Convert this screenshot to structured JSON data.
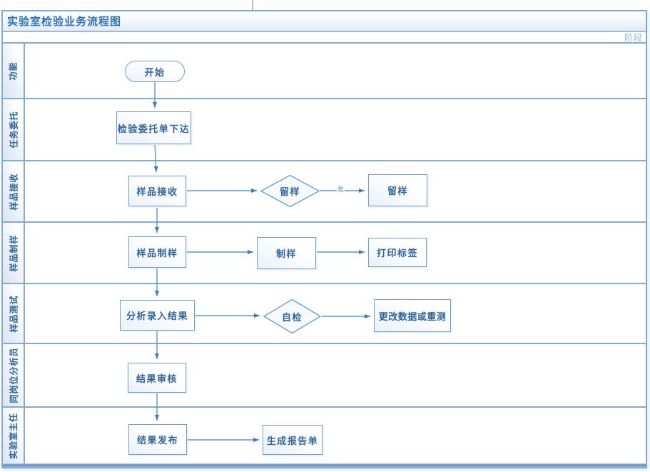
{
  "title": "实验室检验业务流程图",
  "phase_header": "阶段",
  "swimlanes": [
    {
      "label": "功能"
    },
    {
      "label": "任务委托"
    },
    {
      "label": "样品接收"
    },
    {
      "label": "样品制样"
    },
    {
      "label": "样品测试"
    },
    {
      "label": "同岗位分析员"
    },
    {
      "label": "实验室主任"
    }
  ],
  "nodes": {
    "start": {
      "label": "开始",
      "type": "terminator"
    },
    "order_issue": {
      "label": "检验委托单下达",
      "type": "process"
    },
    "sample_receive": {
      "label": "样品接收",
      "type": "process"
    },
    "retain_decision": {
      "label": "留样",
      "type": "decision"
    },
    "retain_sample": {
      "label": "留样",
      "type": "process"
    },
    "sample_prepare": {
      "label": "样品制样",
      "type": "process"
    },
    "make_sample": {
      "label": "制样",
      "type": "process"
    },
    "print_label": {
      "label": "打印标签",
      "type": "process"
    },
    "analysis_entry": {
      "label": "分析录入结果",
      "type": "process"
    },
    "self_check": {
      "label": "自检",
      "type": "decision"
    },
    "modify_retest": {
      "label": "更改数据或重测",
      "type": "process"
    },
    "result_review": {
      "label": "结果审核",
      "type": "process"
    },
    "result_publish": {
      "label": "结果发布",
      "type": "process"
    },
    "report_generate": {
      "label": "生成报告单",
      "type": "process"
    }
  },
  "edge_labels": {
    "yes": "是"
  },
  "colors": {
    "accent": "#5b9bd5",
    "title_text": "#2e74b5",
    "node_text": "#31659c",
    "node_border": "#6e9fd3",
    "lane_border": "#84a9d4",
    "arrow": "#3c7cc0",
    "bottom_bar": "#6393c8"
  }
}
